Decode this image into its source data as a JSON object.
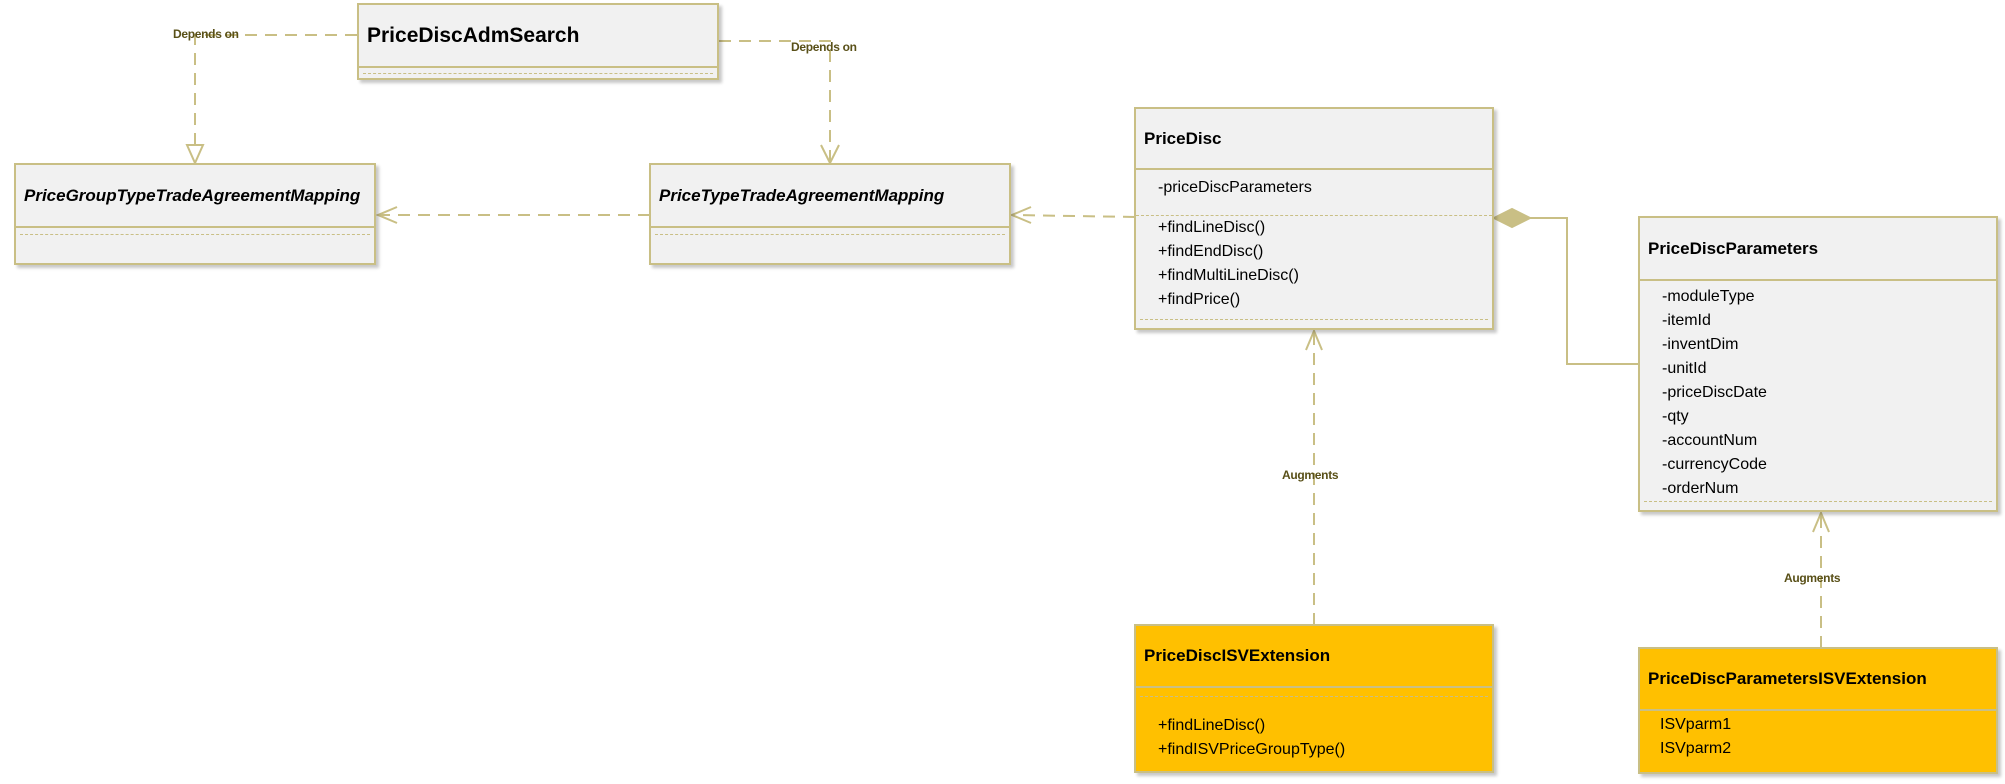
{
  "classes": {
    "price_disc_adm_search": {
      "name": "PriceDiscAdmSearch"
    },
    "price_group_type_mapping": {
      "name": "PriceGroupTypeTradeAgreementMapping"
    },
    "price_type_mapping": {
      "name": "PriceTypeTradeAgreementMapping"
    },
    "price_disc": {
      "name": "PriceDisc",
      "attributes": [
        "-priceDiscParameters"
      ],
      "methods": [
        "+findLineDisc()",
        "+findEndDisc()",
        "+findMultiLineDisc()",
        "+findPrice()"
      ]
    },
    "price_disc_parameters": {
      "name": "PriceDiscParameters",
      "attributes": [
        "-moduleType",
        "-itemId",
        "-inventDim",
        "-unitId",
        "-priceDiscDate",
        "-qty",
        "-accountNum",
        "-currencyCode",
        "-orderNum"
      ]
    },
    "price_disc_isv": {
      "name": "PriceDiscISVExtension",
      "methods": [
        "+findLineDisc()",
        "+findISVPriceGroupType()"
      ]
    },
    "price_disc_parameters_isv": {
      "name": "PriceDiscParametersISVExtension",
      "attributes": [
        "ISVparm1",
        "ISVparm2"
      ]
    }
  },
  "relations": {
    "depends_on_left": "Depends on",
    "depends_on_right": "Depends on",
    "augments_price_disc": "Augments",
    "augments_parameters": "Augments"
  },
  "colors": {
    "border": "#c9bf85",
    "class_fill": "#f1f1f1",
    "isv_fill": "#ffc000",
    "connector": "#c9bf85",
    "label": "#595018"
  }
}
